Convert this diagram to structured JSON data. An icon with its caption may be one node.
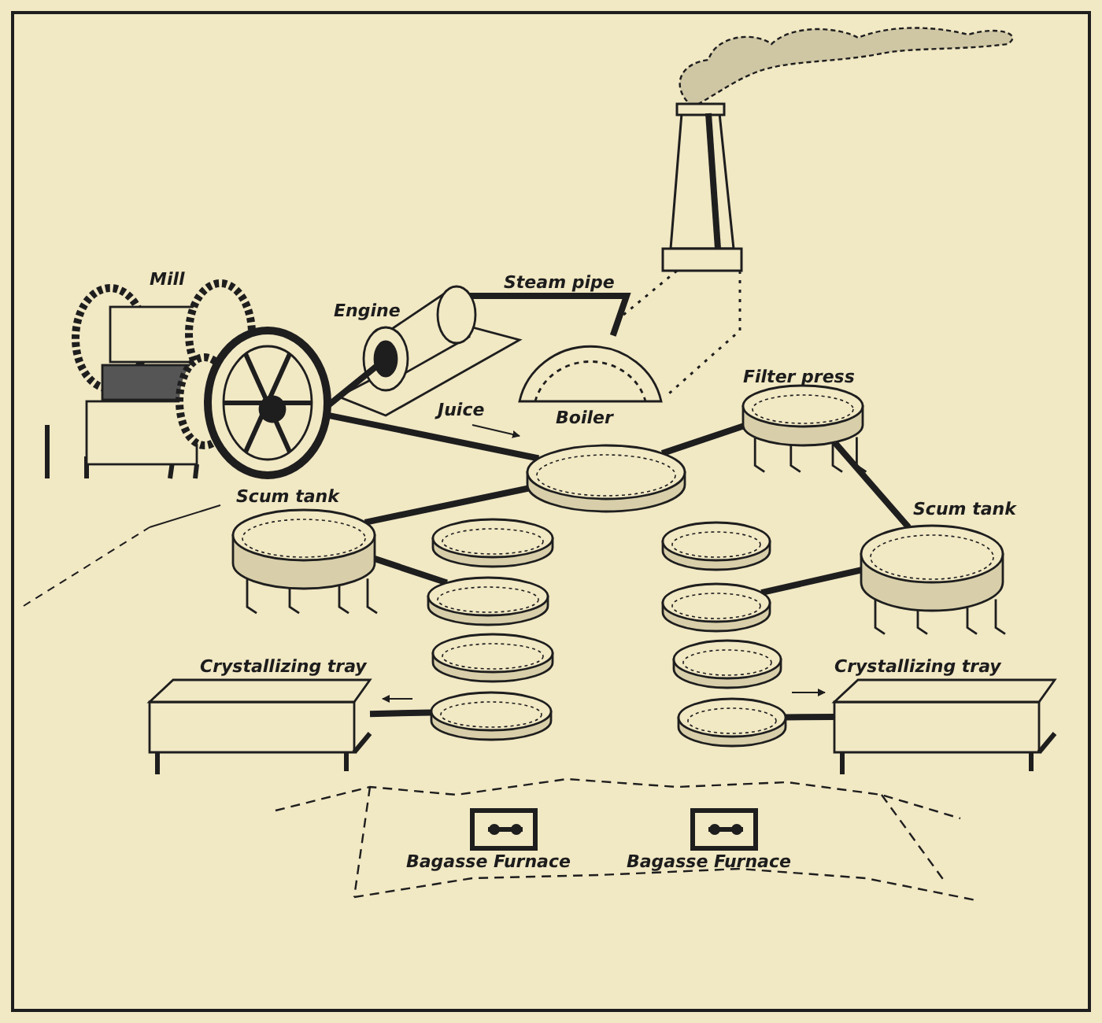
{
  "diagram": {
    "nodes": [
      {
        "text": [
          "Mill"
        ]
      },
      {
        "text": [
          "Engine"
        ]
      },
      {
        "text": [
          "Boiler"
        ]
      },
      {
        "text": [
          "Filter press"
        ]
      },
      {
        "text": [],
        "shape": "cylinder"
      },
      {
        "text": [
          "Scum tank"
        ]
      },
      {
        "text": [],
        "shape": "cylinder"
      },
      {
        "text": [],
        "shape": "cylinder"
      },
      {
        "text": [],
        "shape": "cylinder"
      },
      {
        "text": [],
        "shape": "cylinder"
      },
      {
        "text": [
          "Scum tank"
        ]
      },
      {
        "text": [],
        "shape": "cylinder"
      },
      {
        "text": [],
        "shape": "cylinder"
      },
      {
        "text": [],
        "shape": "cylinder"
      },
      {
        "text": [],
        "shape": "cylinder"
      },
      {
        "text": [
          "Crystallizing tray"
        ]
      },
      {
        "text": [
          "Crystallizing tray"
        ]
      }
    ],
    "edges": [
      {
        "from": 1,
        "to": 2,
        "arrow": "none",
        "label": "Steam pipe"
      },
      {
        "from": 0,
        "to": 4,
        "arrow": "none",
        "label": "Juice"
      },
      {
        "from": 4,
        "to": 3,
        "arrow": "none"
      },
      {
        "from": 4,
        "to": 5,
        "arrow": "none"
      },
      {
        "from": 3,
        "to": 10,
        "arrow": "none"
      },
      {
        "from": 5,
        "to": 7,
        "arrow": "none"
      },
      {
        "from": 10,
        "to": 12,
        "arrow": "none"
      },
      {
        "from": 9,
        "to": 15,
        "arrow": "none"
      },
      {
        "from": 14,
        "to": 16,
        "arrow": "none"
      }
    ],
    "labels": [
      "Bagasse Furnace",
      "Bagasse Furnace"
    ]
  }
}
